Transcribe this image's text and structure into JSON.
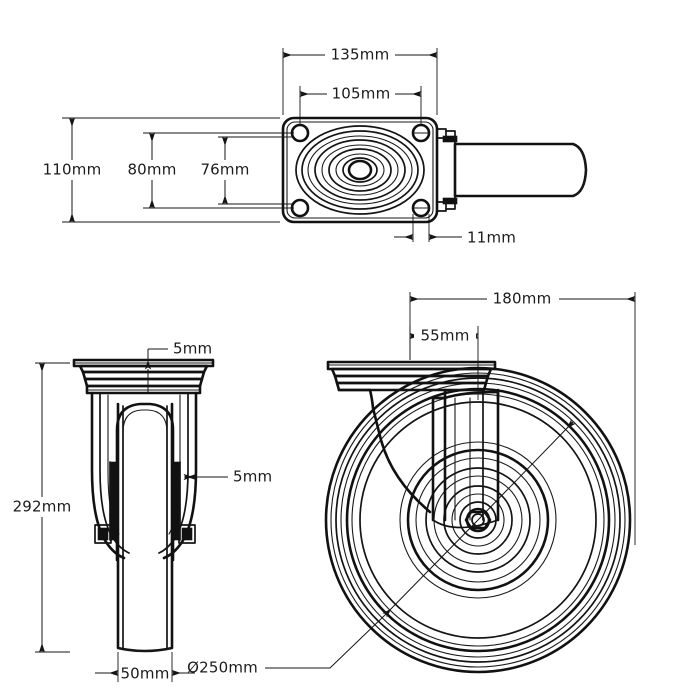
{
  "drawing": {
    "title": "Swivel caster technical drawing",
    "units": "mm",
    "line_color": "#111111",
    "text_color": "#1b1b1b",
    "background": "#ffffff"
  },
  "views": {
    "top": {
      "name": "top-plate-view",
      "description": "Top plate plan view with four bolt holes and concentric swivel raceway"
    },
    "front": {
      "name": "front-wheel-view",
      "description": "Front elevation of caster showing fork legs and wheel tread"
    },
    "side": {
      "name": "side-wheel-view",
      "description": "Side elevation of swivel caster showing plate, fork and wheel"
    }
  },
  "dimensions": {
    "plate_length": "135mm",
    "bolt_spacing_length": "105mm",
    "plate_width": "110mm",
    "bolt_spacing_width_outer": "80mm",
    "bolt_spacing_width_inner": "76mm",
    "bolt_hole_diameter": "11mm",
    "plate_thickness": "5mm",
    "fork_thickness": "5mm",
    "overall_height": "292mm",
    "tread_width": "50mm",
    "overall_length": "180mm",
    "swivel_offset": "55mm",
    "wheel_diameter": "Ø250mm"
  }
}
